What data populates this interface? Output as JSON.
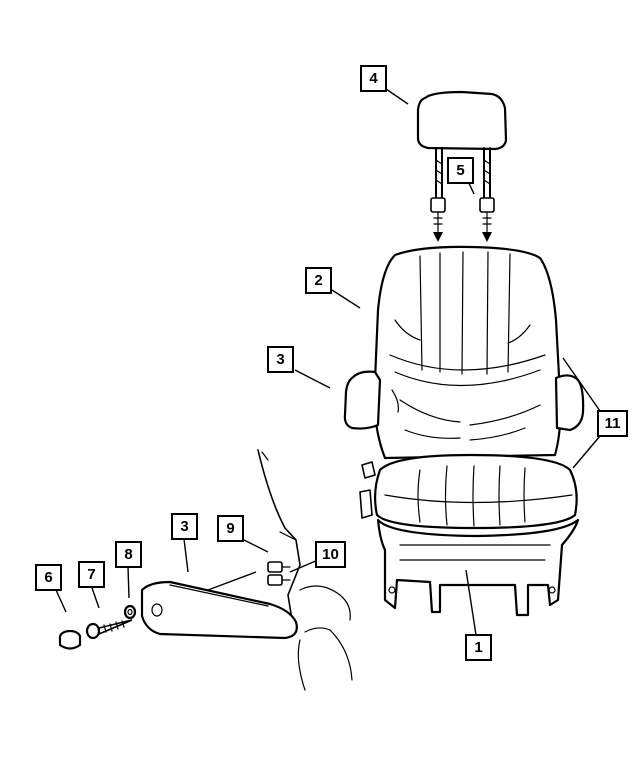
{
  "callouts": {
    "c1": "1",
    "c2": "2",
    "c3a": "3",
    "c3b": "3",
    "c4": "4",
    "c5": "5",
    "c6": "6",
    "c7": "7",
    "c8": "8",
    "c9": "9",
    "c10": "10",
    "c11": "11"
  }
}
